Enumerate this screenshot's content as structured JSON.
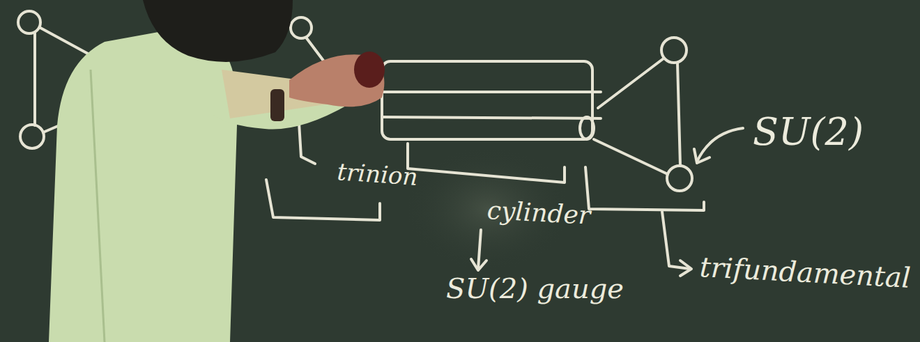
{
  "diagram": {
    "labels": [
      "SU(2)",
      "trinion",
      "cylinder",
      "SU(2) gauge",
      "trifundamental"
    ]
  }
}
